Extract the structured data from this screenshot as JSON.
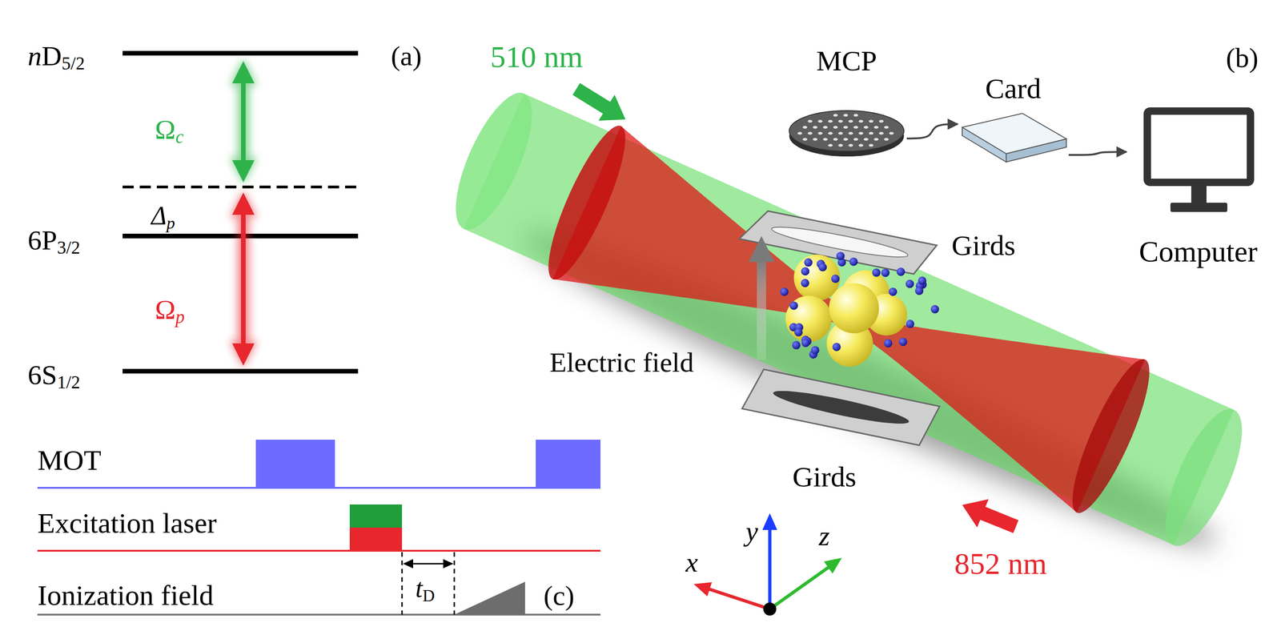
{
  "diagram": {
    "nodes": [
      {
        "text": [
          "MCP"
        ]
      },
      {
        "text": [
          "Card"
        ]
      },
      {
        "text": [
          "Computer"
        ]
      }
    ],
    "edges": [
      {
        "from": 0,
        "to": 1,
        "arrow": "to"
      },
      {
        "from": 1,
        "to": 2,
        "arrow": "to"
      }
    ],
    "labels": [
      "(a)",
      "nD5/2",
      "6P3/2",
      "6S1/2",
      "Ωc",
      "Δp",
      "Ωp",
      "510 nm",
      "(b)",
      "Girds",
      "Electric field",
      "Girds",
      "852 nm",
      "x",
      "y",
      "z",
      "MOT",
      "Excitation laser",
      "Ionization field",
      "tD",
      "(c)"
    ]
  }
}
